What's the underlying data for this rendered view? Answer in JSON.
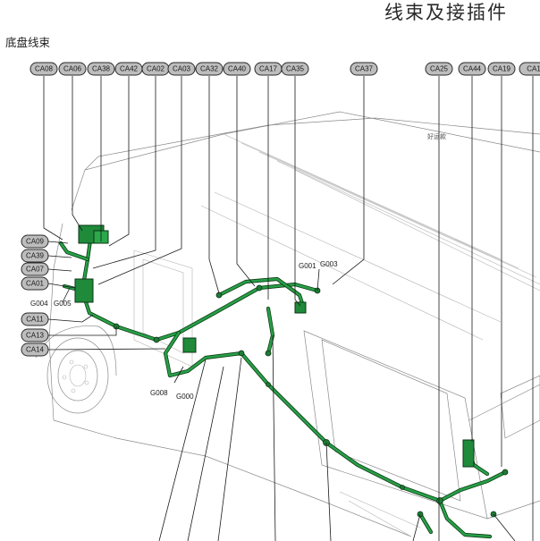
{
  "header": {
    "title": "线束及接插件"
  },
  "section": {
    "title": "底盘线束"
  },
  "van_text": "好运款",
  "colors": {
    "harness": "#27a046",
    "harness_outline": "#0d3d18",
    "label_fill": "#bdbdbd"
  },
  "connectors_top": [
    "CA08",
    "CA06",
    "CA38",
    "CA42",
    "CA02",
    "CA03",
    "CA32",
    "CA40",
    "CA17",
    "CA35",
    "CA37",
    "CA25",
    "CA44",
    "CA19",
    "CA1"
  ],
  "connectors_left": [
    "CA09",
    "CA39",
    "CA07",
    "CA01",
    "CA11",
    "CA13",
    "CA14"
  ],
  "grounds": [
    "G001",
    "G003",
    "G004",
    "G005",
    "G008",
    "G000"
  ]
}
